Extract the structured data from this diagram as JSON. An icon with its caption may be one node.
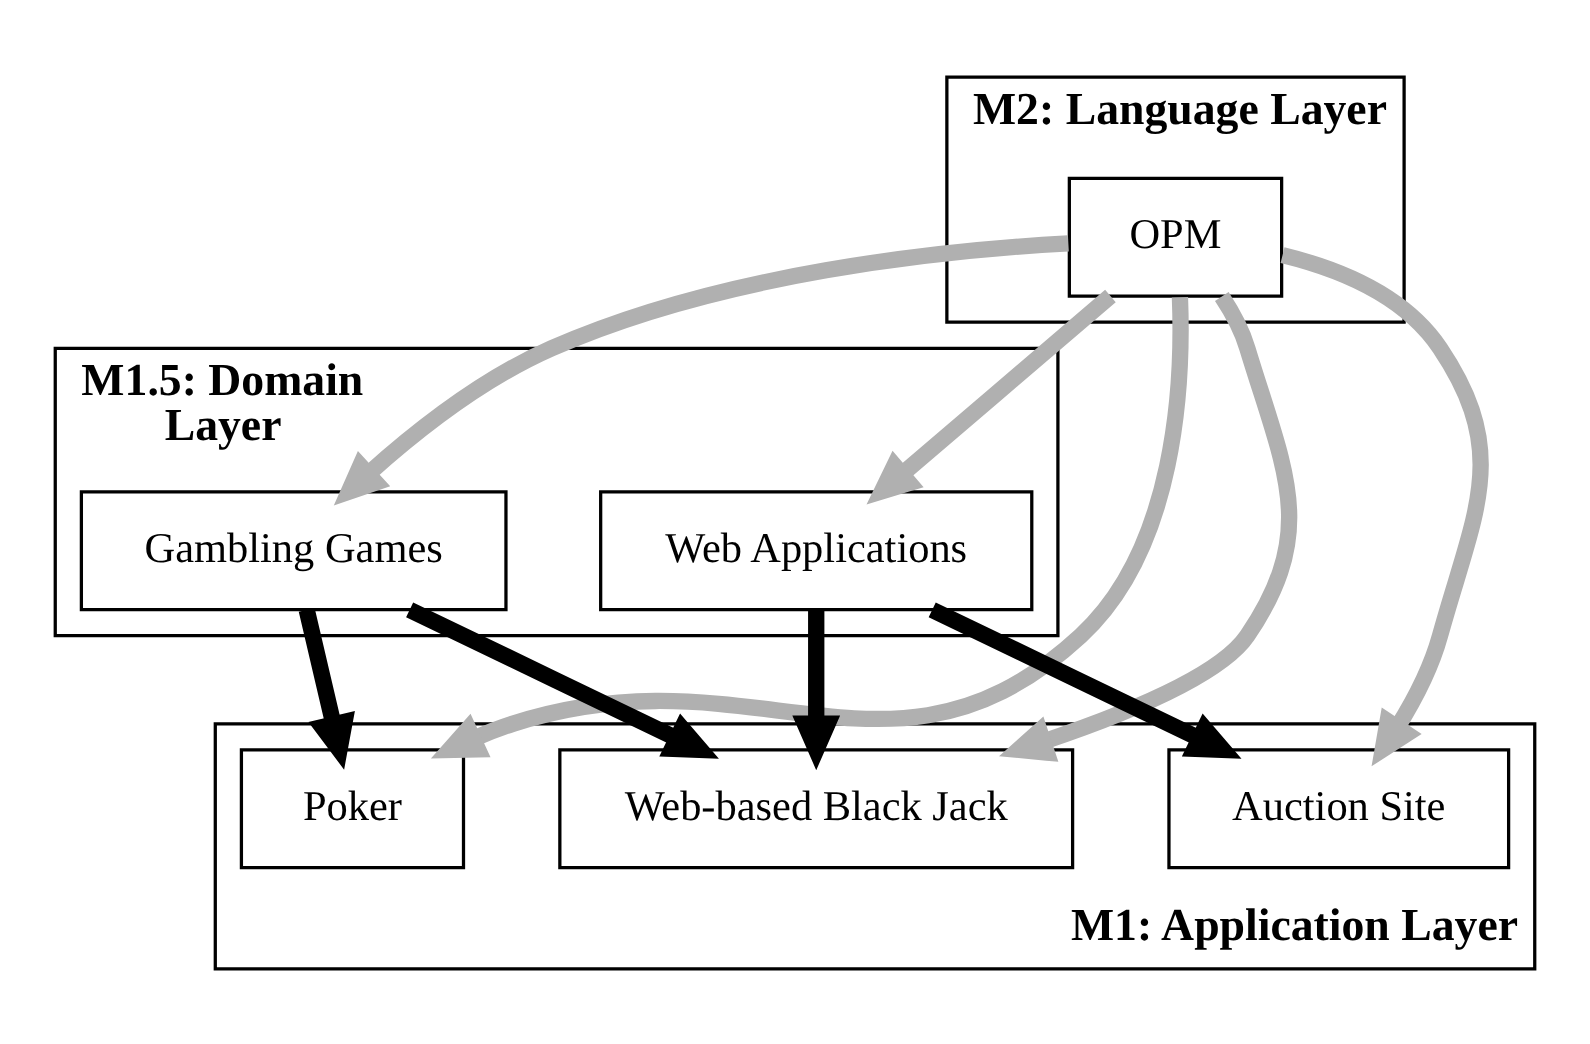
{
  "diagram": {
    "nodes": [
      {
        "text": [
          "M2: Language Layer"
        ]
      },
      {
        "text": [
          "OPM"
        ],
        "in": 0
      },
      {
        "text": [
          "M1.5: Domain Layer"
        ]
      },
      {
        "text": [
          "Gambling Games"
        ],
        "in": 2
      },
      {
        "text": [
          "Web Applications"
        ],
        "in": 2
      },
      {
        "text": [
          "M1: Application Layer"
        ]
      },
      {
        "text": [
          "Poker"
        ],
        "in": 5
      },
      {
        "text": [
          "Web-based Black Jack"
        ],
        "in": 5
      },
      {
        "text": [
          "Auction Site"
        ],
        "in": 5
      }
    ],
    "edges": [
      {
        "from": 1,
        "to": 6,
        "arrow": "to"
      },
      {
        "from": 1,
        "to": 3,
        "arrow": "to"
      },
      {
        "from": 1,
        "to": 7,
        "arrow": "to"
      },
      {
        "from": 1,
        "to": 4,
        "arrow": "to"
      },
      {
        "from": 1,
        "to": 8,
        "arrow": "to"
      },
      {
        "from": 3,
        "to": 6,
        "arrow": "to",
        "color": "#000000"
      },
      {
        "from": 3,
        "to": 7,
        "arrow": "to",
        "color": "#000000"
      },
      {
        "from": 4,
        "to": 7,
        "arrow": "to",
        "color": "#000000"
      },
      {
        "from": 4,
        "to": 8,
        "arrow": "to",
        "color": "#000000"
      }
    ]
  }
}
